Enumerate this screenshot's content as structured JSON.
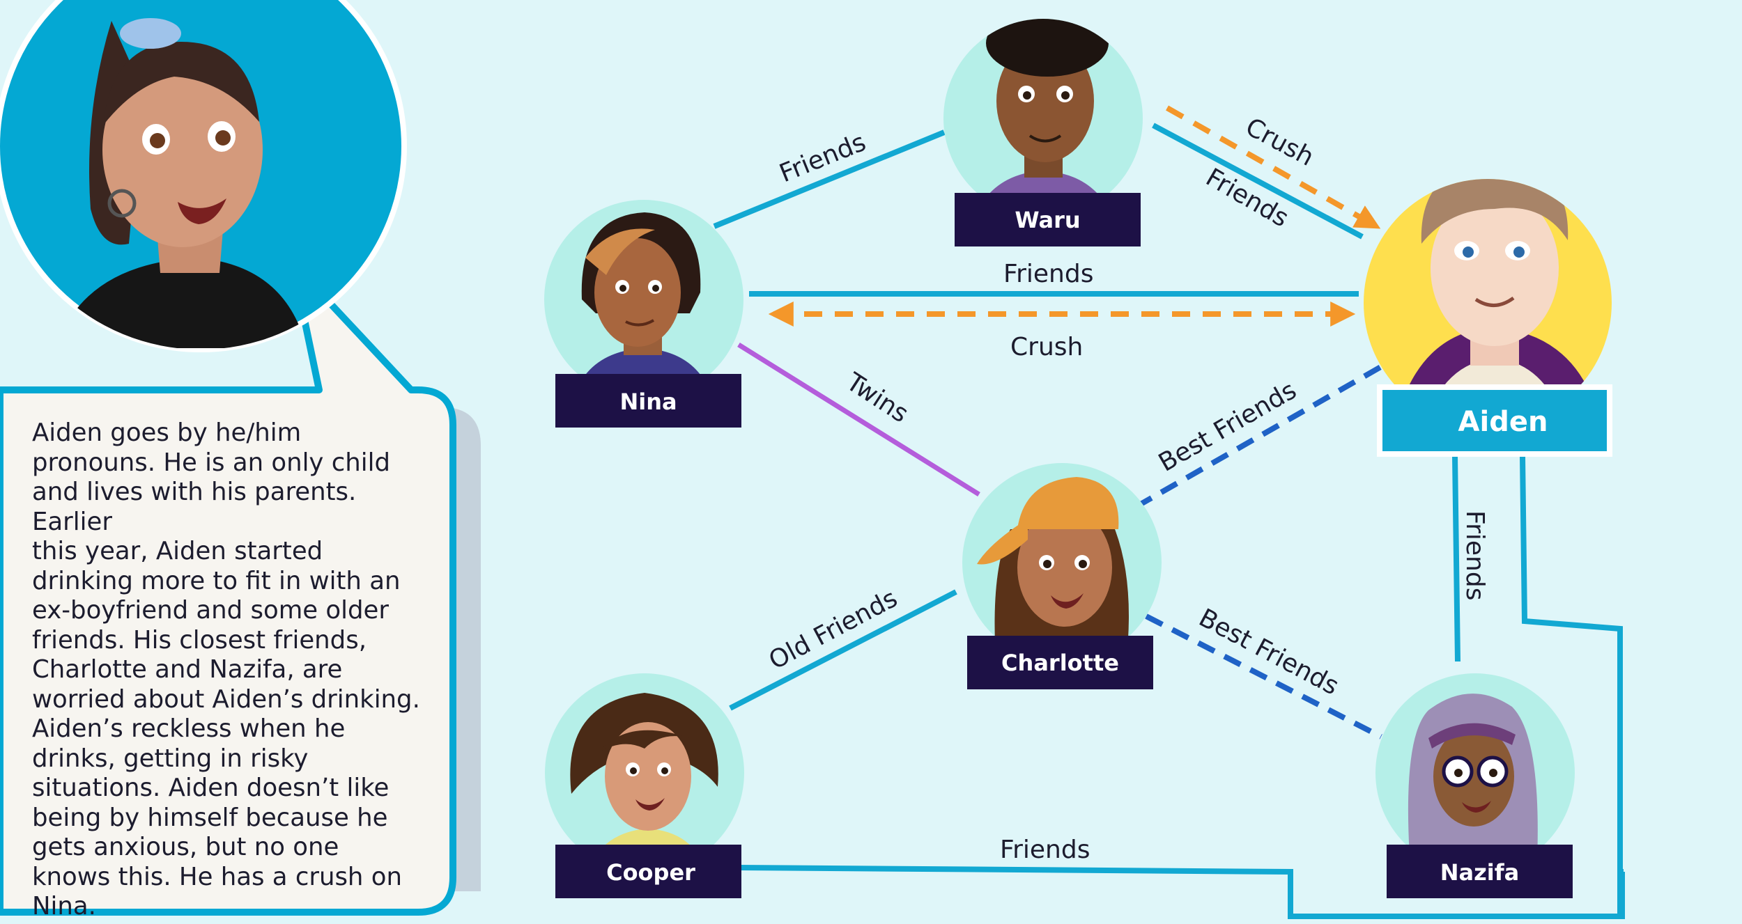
{
  "colors": {
    "background": "#dff6f9",
    "friends": "#12a8d2",
    "crush": "#f4972a",
    "best_friends": "#1f62c6",
    "twins": "#b45ddb",
    "name_box": "#1d1146",
    "name_box_highlight": "#12a8d2",
    "node_circle": "#b5efe8",
    "aiden_circle": "#fedf4e",
    "speaker_circle": "#04a8d3",
    "bubble_fill": "#f7f5f0"
  },
  "people": {
    "waru": "Waru",
    "nina": "Nina",
    "aiden": "Aiden",
    "charlotte": "Charlotte",
    "cooper": "Cooper",
    "nazifa": "Nazifa"
  },
  "relations": {
    "nina_waru": "Friends",
    "waru_aiden_crush": "Crush",
    "waru_aiden_friends": "Friends",
    "nina_aiden_friends": "Friends",
    "nina_aiden_crush": "Crush",
    "nina_charlotte": "Twins",
    "charlotte_aiden": "Best Friends",
    "aiden_nazifa": "Friends",
    "cooper_charlotte": "Old Friends",
    "charlotte_nazifa": "Best Friends",
    "cooper_nazifa": "Friends"
  },
  "bio": {
    "lines": [
      "Aiden goes by he/him",
      "pronouns. He is an only child",
      "and lives with his parents. Earlier",
      "this year, Aiden started",
      "drinking more to fit in with an",
      "ex-boyfriend and some older",
      "friends. His closest friends,",
      "Charlotte and Nazifa, are",
      "worried about Aiden’s drinking.",
      "Aiden’s reckless when he",
      "drinks, getting in risky",
      "situations. Aiden doesn’t like",
      "being by himself because he",
      "gets anxious, but no one",
      "knows this. He has a crush on",
      "Nina."
    ]
  }
}
